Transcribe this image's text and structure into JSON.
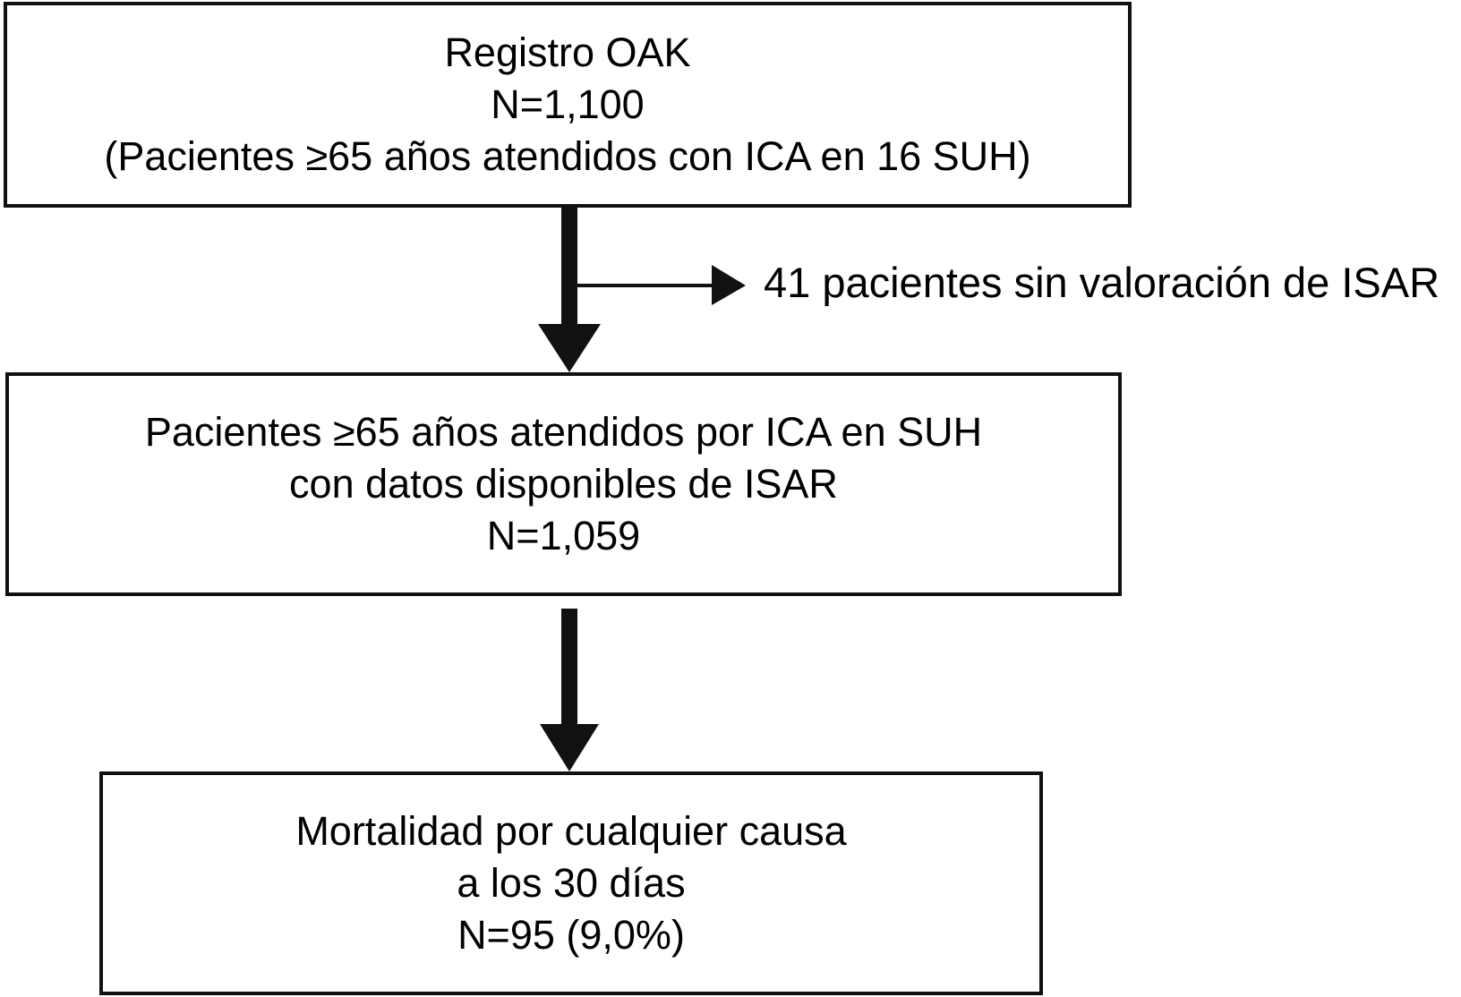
{
  "flowchart": {
    "box_registry": {
      "lines": [
        "Registro OAK",
        "N=1,100",
        "(Pacientes ≥65 años atendidos con ICA en 16 SUH)"
      ]
    },
    "exclusion": {
      "label": "41 pacientes sin valoración de ISAR"
    },
    "box_included": {
      "lines": [
        "Pacientes ≥65 años atendidos por ICA en SUH",
        "con datos disponibles de ISAR",
        "N=1,059"
      ]
    },
    "box_outcome": {
      "lines": [
        "Mortalidad por cualquier causa",
        "a los 30 días",
        "N=95 (9,0%)"
      ]
    }
  },
  "style": {
    "stroke_color": "#111111",
    "background_color": "#ffffff"
  }
}
